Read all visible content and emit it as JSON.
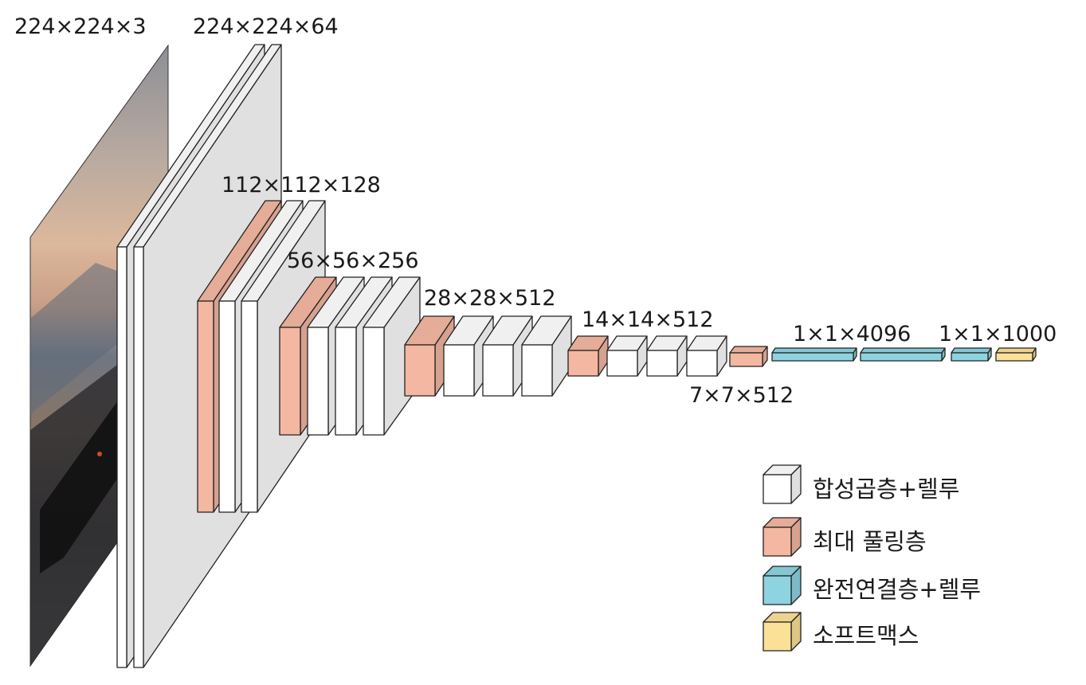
{
  "diagram": {
    "dimension_labels": {
      "input": "224×224×3",
      "block1": "224×224×64",
      "block2": "112×112×128",
      "block3": "56×56×256",
      "block4": "28×28×512",
      "block5": "14×14×512",
      "pool5": "7×7×512",
      "fc": "1×1×4096",
      "output": "1×1×1000"
    },
    "input_image": {
      "subject": "car-at-dusk-photo"
    }
  },
  "legend": {
    "items": [
      {
        "key": "conv",
        "label": "합성곱층+렐루",
        "color": "#ffffff"
      },
      {
        "key": "pool",
        "label": "최대 풀링층",
        "color": "#f4b7a2"
      },
      {
        "key": "fc",
        "label": "완전연결층+렐루",
        "color": "#8ed3e0"
      },
      {
        "key": "softmax",
        "label": "소프트맥스",
        "color": "#fbe198"
      }
    ]
  }
}
